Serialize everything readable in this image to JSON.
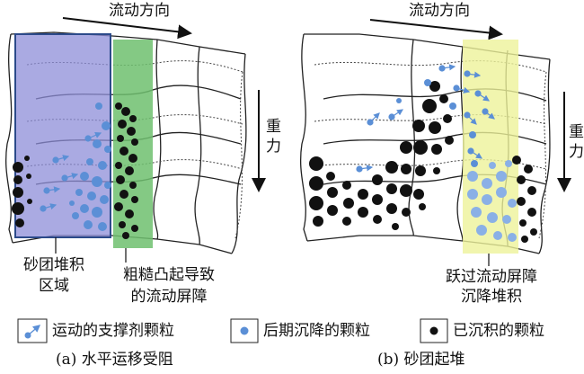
{
  "left_panel": {
    "flow_direction": "流动方向",
    "gravity": "重力",
    "zone_label_line1": "砂团堆积",
    "zone_label_line2": "区域",
    "barrier_label_line1": "粗糙凸起导致",
    "barrier_label_line2": "的流动屏障",
    "caption": "(a) 水平运移受阻"
  },
  "right_panel": {
    "flow_direction": "流动方向",
    "gravity": "重力",
    "zone_label_line1": "跃过流动屏障",
    "zone_label_line2": "沉降堆积",
    "caption": "(b) 砂团起堆"
  },
  "legend": {
    "moving": "运动的支撑剂颗粒",
    "settling": "后期沉降的颗粒",
    "deposited": "已沉积的颗粒"
  },
  "colors": {
    "zone_blue": "#8e8ed8",
    "zone_blue_border": "#2c4a8a",
    "barrier_green": "#6fbf6f",
    "settle_zone_yellow": "#eef39a",
    "particle_blue": "#5b8fd6",
    "particle_black": "#111111"
  }
}
